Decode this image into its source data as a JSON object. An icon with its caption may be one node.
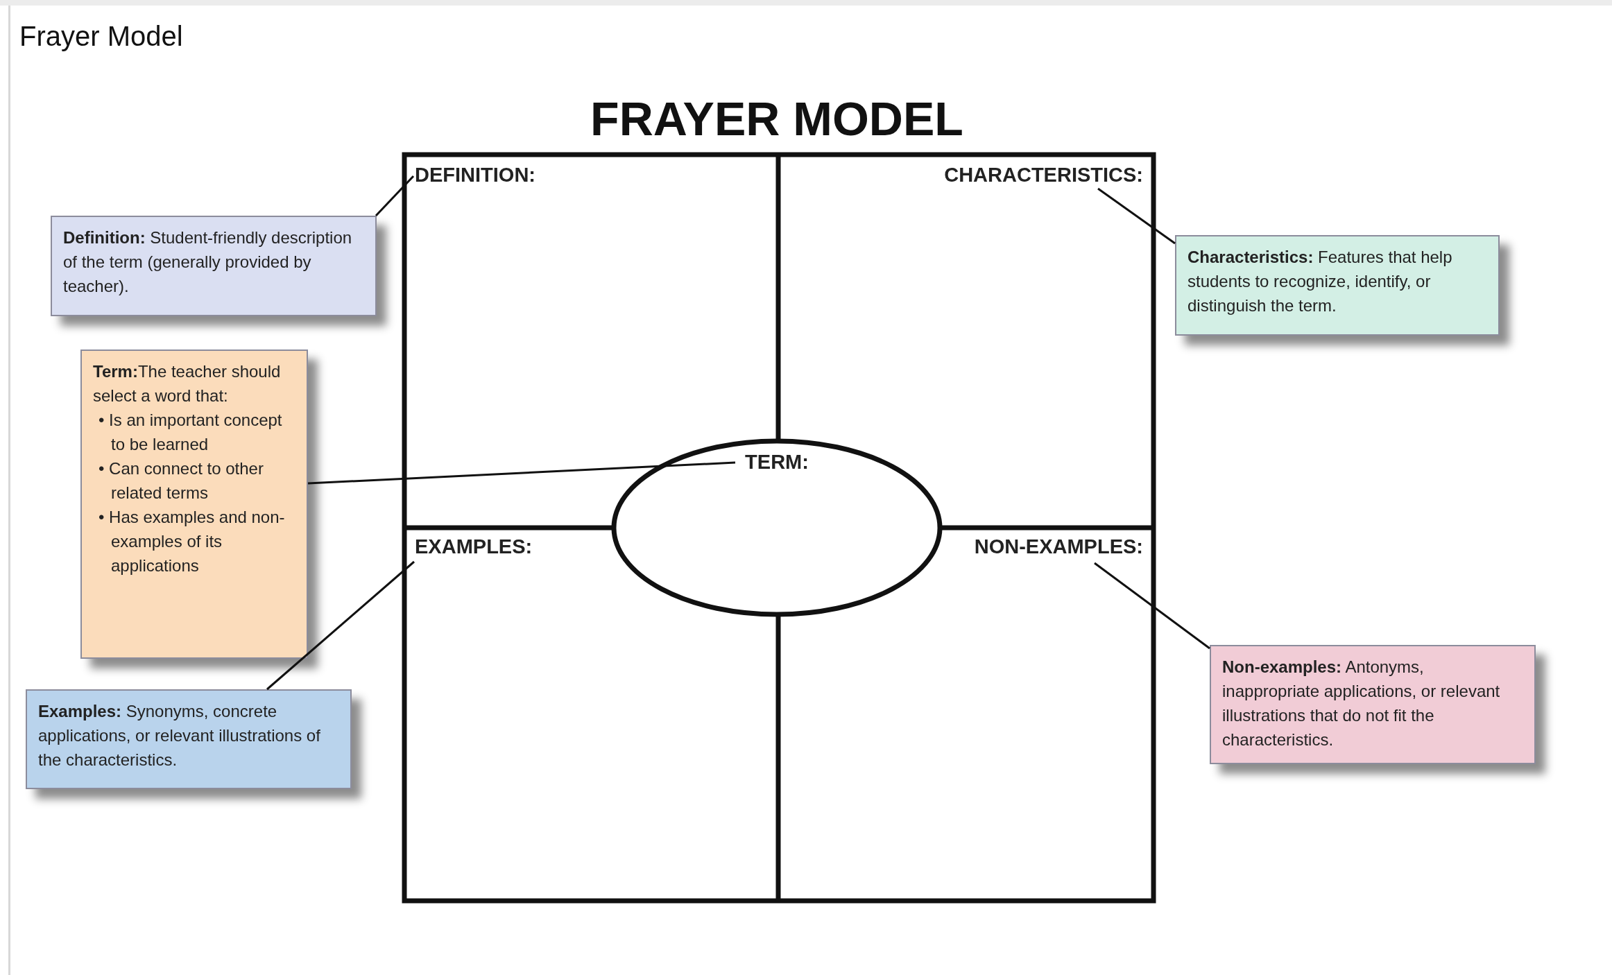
{
  "diagram": {
    "title": "FRAYER MODEL",
    "nodes": [
      {
        "text": [
          "DEFINITION:"
        ]
      },
      {
        "text": [
          "CHARACTERISTICS:"
        ]
      },
      {
        "text": [
          "TERM:"
        ]
      },
      {
        "text": [
          "EXAMPLES:"
        ]
      },
      {
        "text": [
          "NON-EXAMPLES:"
        ]
      },
      {
        "text": [
          "**Definition:** Student-friendly description of the term (generally provided by teacher)."
        ]
      },
      {
        "text": [
          "**Characteristics:** Features that help students to recognize, identify, or distinguish the term."
        ]
      },
      {
        "text": [
          "**Term:**The teacher should select a word that:",
          "• Is an important concept to be learned",
          "• Can connect to other related terms",
          "• Has examples and non-examples of its applications"
        ]
      },
      {
        "text": [
          "**Examples:** Synonyms, concrete applications, or relevant illustrations of the characteristics."
        ]
      },
      {
        "text": [
          "**Non-examples:** Antonyms, inappropriate applications, or relevant illustrations that do not fit the characteristics."
        ]
      }
    ],
    "edges": [
      {
        "from": 5,
        "to": 0,
        "arrow": "none"
      },
      {
        "from": 6,
        "to": 1,
        "arrow": "none"
      },
      {
        "from": 7,
        "to": 2,
        "arrow": "none"
      },
      {
        "from": 8,
        "to": 3,
        "arrow": "none"
      },
      {
        "from": 9,
        "to": 4,
        "arrow": "none"
      }
    ],
    "labels": [
      "Frayer Model"
    ]
  }
}
